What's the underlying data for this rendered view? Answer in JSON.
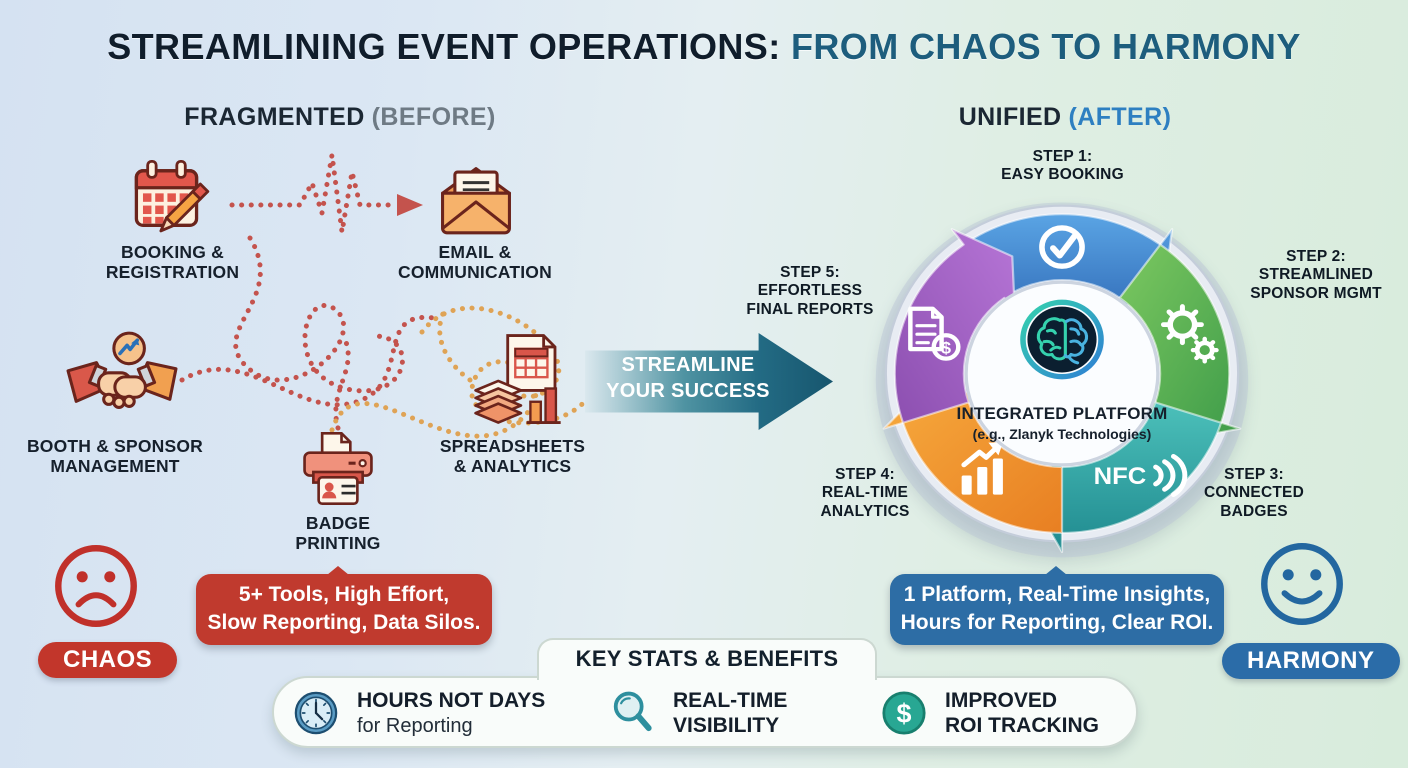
{
  "title": {
    "prefix": "STREAMLINING EVENT OPERATIONS: ",
    "highlight": "FROM CHAOS TO HARMONY"
  },
  "before": {
    "heading": "FRAGMENTED",
    "heading_qualifier": "(BEFORE)",
    "nodes": [
      {
        "icon": "calendar-pencil-icon",
        "label": "BOOKING &\nREGISTRATION"
      },
      {
        "icon": "envelope-letter-icon",
        "label": "EMAIL &\nCOMMUNICATION"
      },
      {
        "icon": "handshake-chart-icon",
        "label": "BOOTH & SPONSOR\nMANAGEMENT"
      },
      {
        "icon": "badge-printer-icon",
        "label": "BADGE\nPRINTING"
      },
      {
        "icon": "spreadsheet-stack-icon",
        "label": "SPREADSHEETS\n& ANALYTICS"
      }
    ],
    "callout": "5+ Tools, High Effort,\nSlow Reporting, Data Silos.",
    "mood_label": "CHAOS"
  },
  "transition": {
    "label": "STREAMLINE\nYOUR SUCCESS"
  },
  "after": {
    "heading": "UNIFIED",
    "heading_qualifier": "(AFTER)",
    "steps": [
      {
        "label": "STEP 1:\nEASY BOOKING",
        "icon": "check-circle-icon",
        "color": "#3e86d0"
      },
      {
        "label": "STEP 2:\nSTREAMLINED\nSPONSOR MGMT",
        "icon": "gears-icon",
        "color": "#4aa24e"
      },
      {
        "label": "STEP 3:\nCONNECTED\nBADGES",
        "icon": "nfc-waves-icon",
        "color": "#268f93"
      },
      {
        "label": "STEP 4:\nREAL-TIME\nANALYTICS",
        "icon": "bar-chart-arrow-icon",
        "color": "#ef9530"
      },
      {
        "label": "STEP 5:\nEFFORTLESS\nFINAL REPORTS",
        "icon": "document-dollar-icon",
        "color": "#9c5cc0"
      }
    ],
    "nfc_label": "NFC",
    "center": {
      "title": "INTEGRATED PLATFORM",
      "subtitle": "(e.g., Zlanyk Technologies)",
      "icon": "brain-icon"
    },
    "callout": "1 Platform, Real-Time Insights,\nHours for Reporting, Clear ROI.",
    "mood_label": "HARMONY"
  },
  "footer": {
    "tab_title": "KEY STATS & BENEFITS",
    "stats": [
      {
        "icon": "clock-icon",
        "line1": "HOURS NOT DAYS",
        "line2": "for Reporting"
      },
      {
        "icon": "magnifier-icon",
        "line1": "REAL-TIME",
        "line2": "VISIBILITY"
      },
      {
        "icon": "dollar-icon",
        "line1": "IMPROVED",
        "line2": "ROI TRACKING"
      }
    ]
  },
  "icons": {
    "dollar_glyph": "$"
  },
  "colors": {
    "chaos_red": "#c2362b",
    "harmony_blue": "#2b6ca8",
    "title_dark": "#101d2b",
    "title_teal": "#1d5d7d",
    "arrow_teal": "#17566e"
  }
}
